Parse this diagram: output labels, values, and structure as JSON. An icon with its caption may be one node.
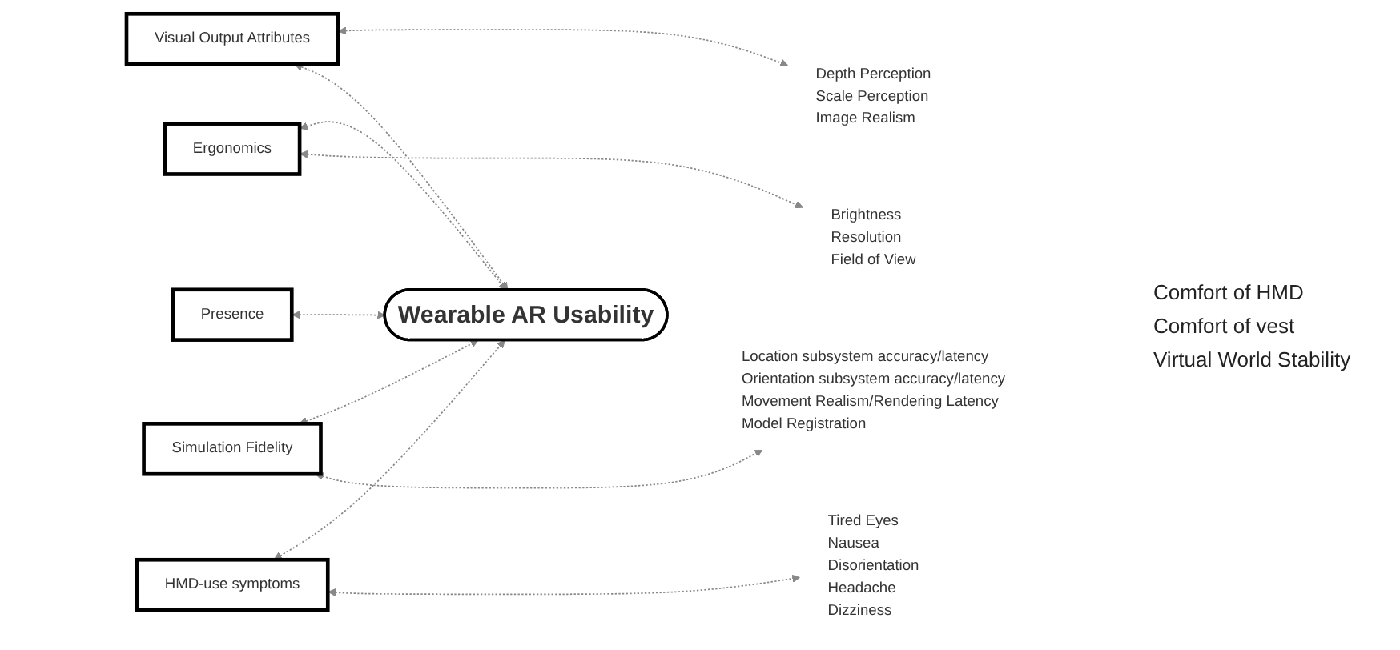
{
  "diagram": {
    "nodes": [
      {
        "text": [
          "Depth Perception",
          "Scale Perception",
          "Image Realism"
        ]
      },
      {
        "text": [
          "Ergonomics"
        ]
      },
      {
        "text": [
          "Brightness",
          "Resolution",
          "Field of View"
        ]
      },
      {
        "text": [
          "Visual Output Attributes"
        ]
      },
      {
        "text": [
          "Wearable AR Usability"
        ]
      },
      {
        "text": [
          "Simulation Fidelity"
        ]
      },
      {
        "text": [
          "Presence"
        ]
      },
      {
        "text": [
          "HMD-use symptoms"
        ]
      },
      {
        "text": [
          "Location subsystem accuracy/latency",
          "Orientation subsystem accuracy/latency",
          "Movement Realism/Rendering Latency",
          "Model Registration"
        ]
      },
      {
        "text": [
          "Tired Eyes",
          "Nausea",
          "Disorientation",
          "Headache",
          "Dizziness"
        ]
      }
    ],
    "edges": [
      {
        "from": 3,
        "to": 0,
        "arrow": "both",
        "style": "dashed"
      },
      {
        "from": 3,
        "to": 4,
        "arrow": "both",
        "style": "dashed"
      },
      {
        "from": 1,
        "to": 4,
        "arrow": "both",
        "style": "dashed"
      },
      {
        "from": 1,
        "to": 2,
        "arrow": "both",
        "style": "dashed"
      },
      {
        "from": 5,
        "to": 4,
        "arrow": "both",
        "style": "dashed"
      },
      {
        "from": 5,
        "to": 8,
        "arrow": "both",
        "style": "dashed"
      },
      {
        "from": 6,
        "to": 4,
        "arrow": "both",
        "style": "dashed"
      },
      {
        "from": 7,
        "to": 4,
        "arrow": "both",
        "style": "dashed"
      },
      {
        "from": 7,
        "to": 9,
        "arrow": "both",
        "style": "dashed"
      }
    ],
    "labels": [
      "Comfort of HMD",
      "Comfort of vest",
      "Virtual World Stability"
    ]
  }
}
